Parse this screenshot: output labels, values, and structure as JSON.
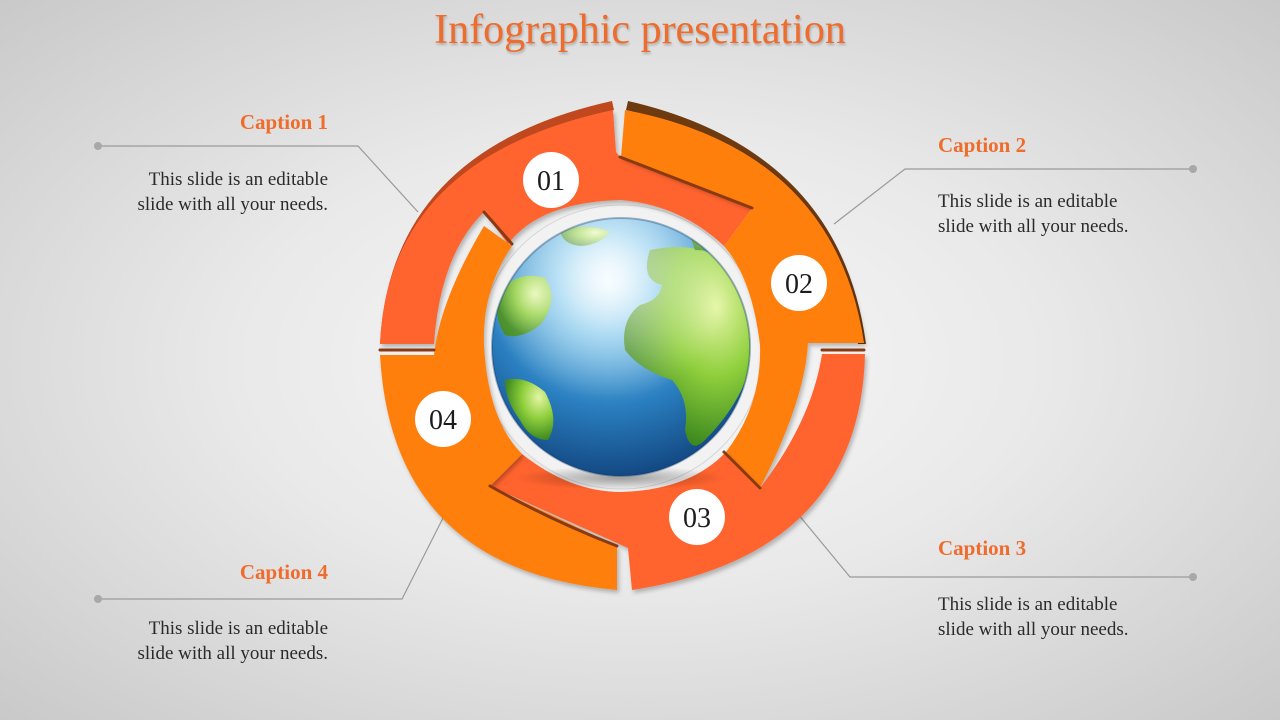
{
  "slide": {
    "title": "Infographic presentation"
  },
  "steps": [
    {
      "number": "01",
      "caption": "Caption 1",
      "text_line1": "This slide is an editable",
      "text_line2": "slide with all your needs."
    },
    {
      "number": "02",
      "caption": "Caption 2",
      "text_line1": "This slide is an editable",
      "text_line2": "slide with all your needs."
    },
    {
      "number": "03",
      "caption": "Caption 3",
      "text_line1": "This slide is an editable",
      "text_line2": "slide with all your needs."
    },
    {
      "number": "04",
      "caption": "Caption 4",
      "text_line1": "This slide is an editable",
      "text_line2": "slide with all your needs."
    }
  ],
  "colors": {
    "accent": "#ef6c2c",
    "segment_red_orange": "#ff642e",
    "segment_orange": "#ff7f0f",
    "ocean": "#1f6fb2",
    "land": "#7cc43a"
  },
  "icons": [
    "globe-icon"
  ]
}
